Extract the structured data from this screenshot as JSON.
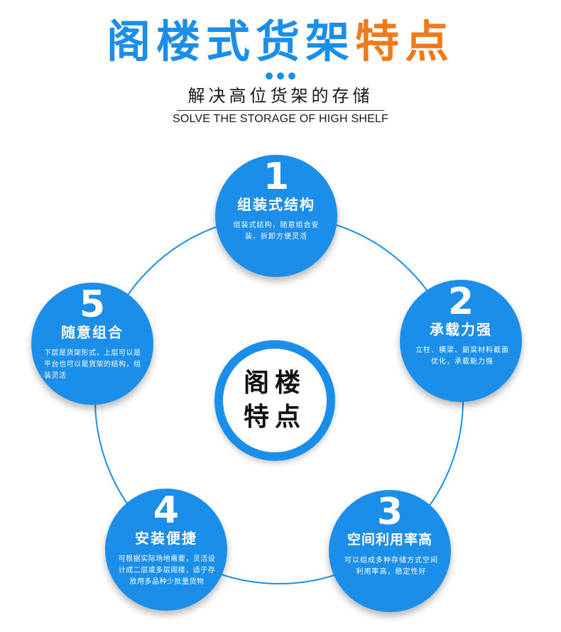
{
  "header": {
    "title_blue": "阁楼式货架",
    "title_orange": "特点",
    "subtitle_cn": "解决高位货架的存储",
    "subtitle_en": "SOLVE THE STORAGE OF HIGH SHELF"
  },
  "center": {
    "line1": "阁楼",
    "line2": "特点"
  },
  "features": [
    {
      "num": "1",
      "name": "组装式结构",
      "desc": "组装式结构，随意组合安装、拆卸方便灵活"
    },
    {
      "num": "2",
      "name": "承载力强",
      "desc": "立柱、横梁、副梁材料截面优化，承载能力强"
    },
    {
      "num": "3",
      "name": "空间利用率高",
      "desc": "可以组成多种存储方式空间利用率高，稳定性好"
    },
    {
      "num": "4",
      "name": "安装便捷",
      "desc": "可根据实际场地需要，灵活设计成二层或多层阁楼，适于存放用多品种少批量货物"
    },
    {
      "num": "5",
      "name": "随意组合",
      "desc": "下层是货架形式，上层可以是平台也可以是货架的结构，组装灵活"
    }
  ],
  "colors": {
    "primary": "#1a8ee8",
    "accent": "#f07a1a"
  }
}
